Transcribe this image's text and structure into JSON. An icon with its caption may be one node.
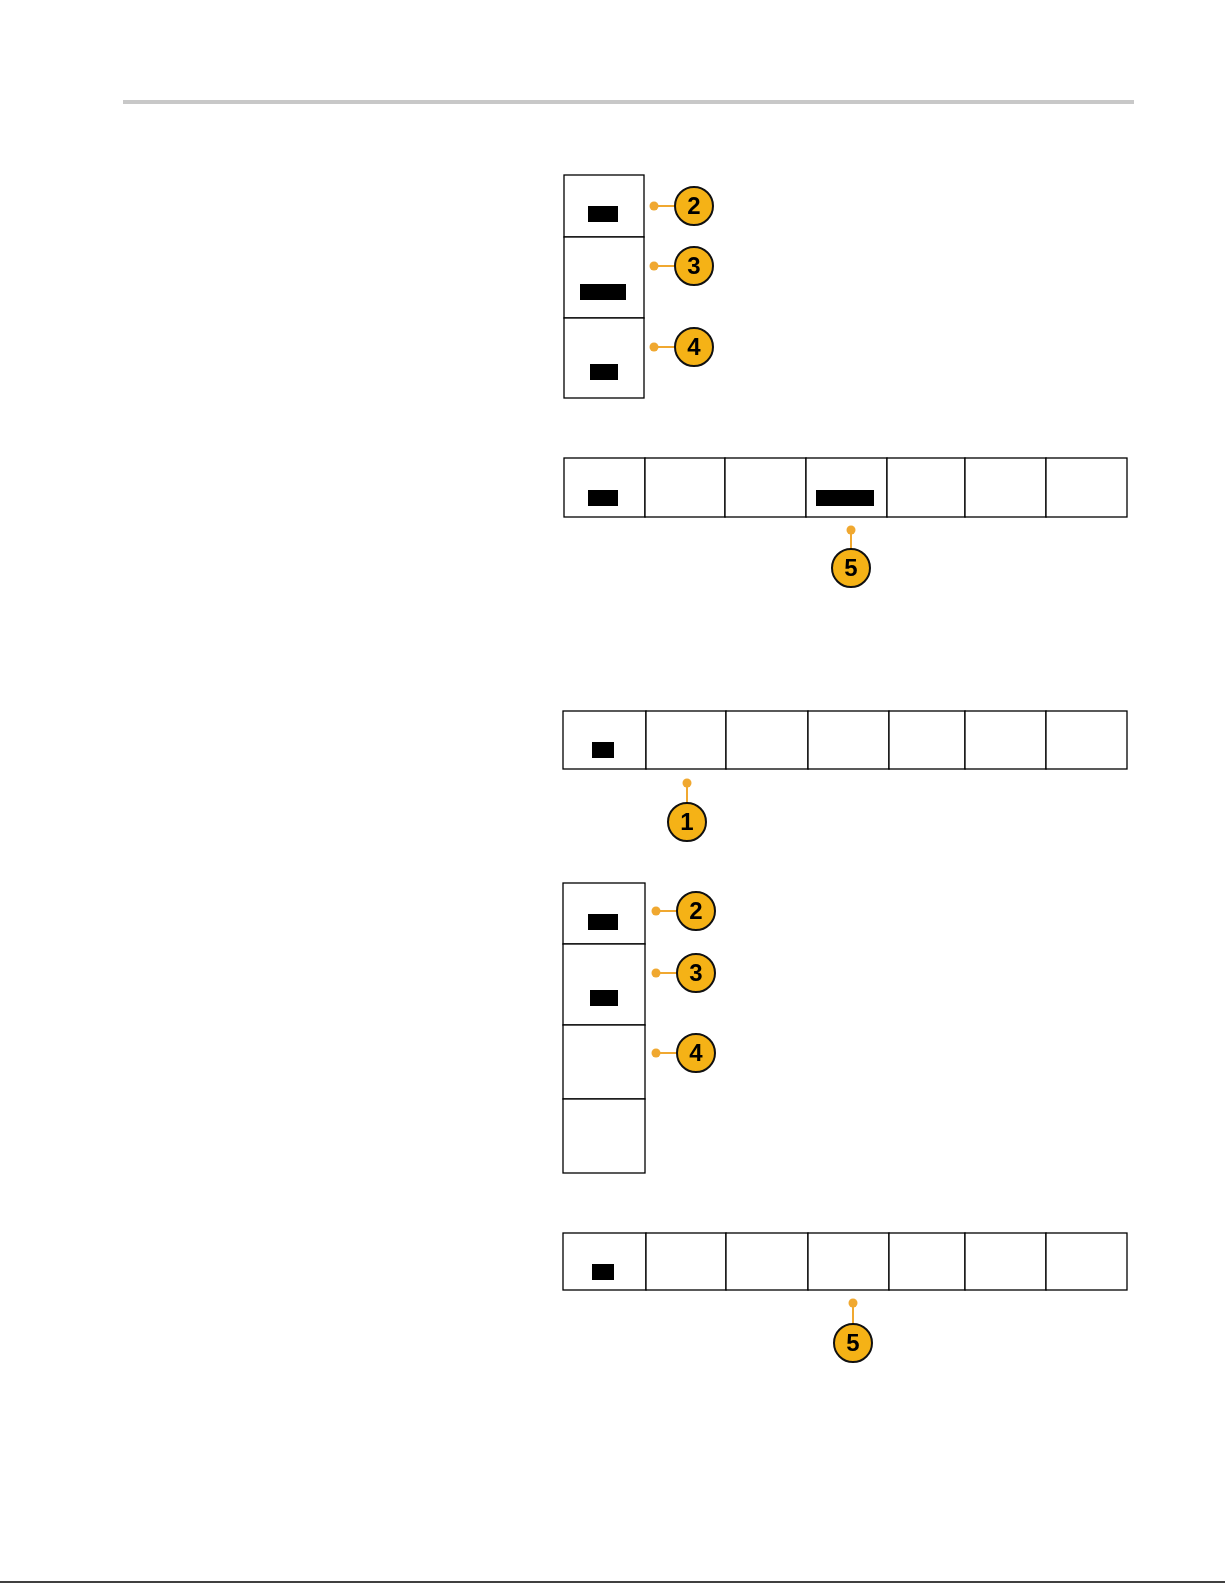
{
  "diagram": {
    "nodes": [
      {
        "text": [
          "2"
        ]
      },
      {
        "text": [
          "3"
        ]
      },
      {
        "text": [
          "4"
        ]
      },
      {
        "text": [
          "5"
        ]
      },
      {
        "text": [
          "1"
        ]
      },
      {
        "text": [
          "2"
        ]
      },
      {
        "text": [
          "3"
        ]
      },
      {
        "text": [
          "4"
        ]
      },
      {
        "text": [
          "5"
        ]
      }
    ],
    "edges": [
      {
        "from": 0,
        "to": null,
        "arrow": "other"
      },
      {
        "from": 1,
        "to": null,
        "arrow": "other"
      },
      {
        "from": 2,
        "to": null,
        "arrow": "other"
      },
      {
        "from": 3,
        "to": null,
        "arrow": "other"
      },
      {
        "from": 4,
        "to": null,
        "arrow": "other"
      },
      {
        "from": 5,
        "to": null,
        "arrow": "other"
      },
      {
        "from": 6,
        "to": null,
        "arrow": "other"
      },
      {
        "from": 7,
        "to": null,
        "arrow": "other"
      },
      {
        "from": 8,
        "to": null,
        "arrow": "other"
      }
    ]
  }
}
